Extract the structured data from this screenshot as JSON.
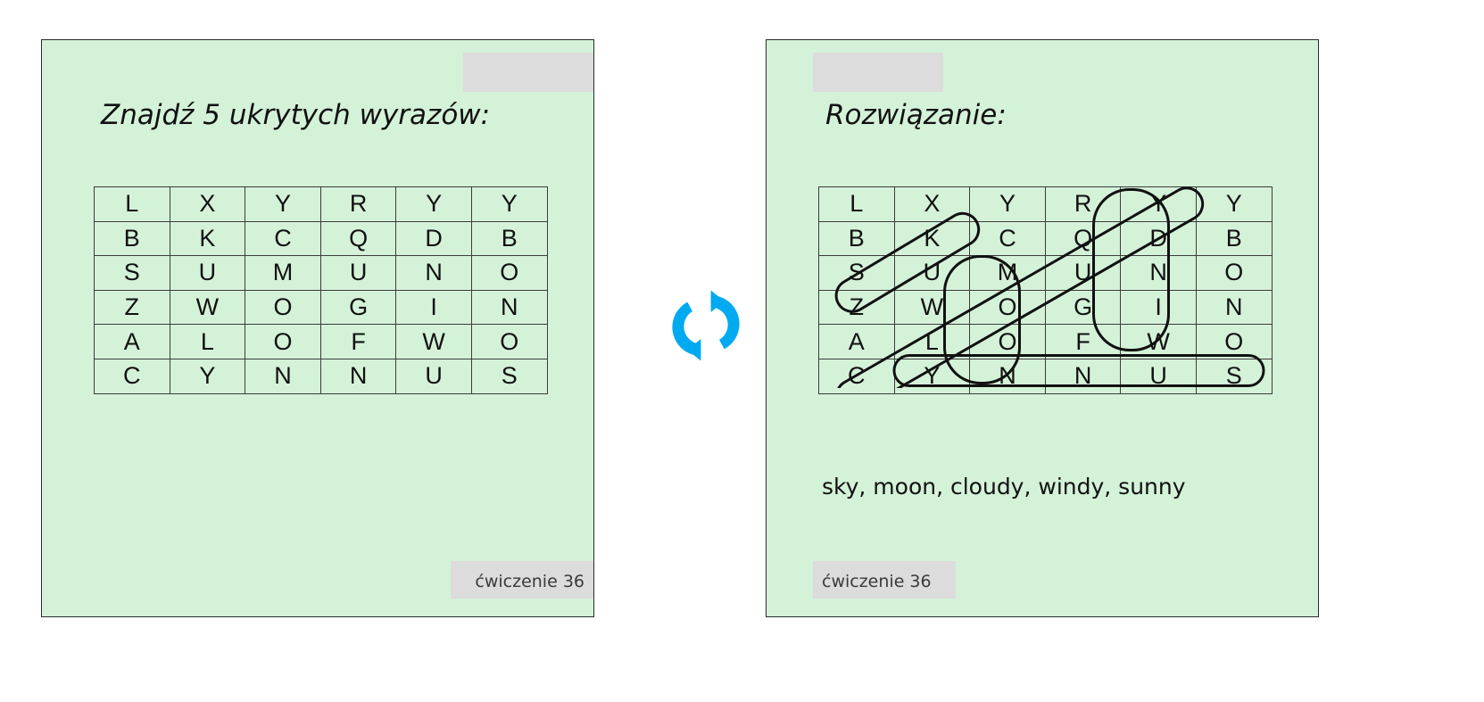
{
  "page": {
    "background": "#ffffff",
    "card_background": "#d4f2d8",
    "card_border": "#2b2b2b",
    "accent_color": "#00aaf0",
    "redaction_color": "#dcdcdc"
  },
  "left_card": {
    "title": "Znajdź 5 ukrytych wyrazów:",
    "footer_label": "ćwiczenie 36"
  },
  "right_card": {
    "title": "Rozwiązanie:",
    "footer_label": "ćwiczenie 36",
    "answer_line": "sky, moon, cloudy, windy, sunny"
  },
  "center": {
    "icon": "refresh-sync-icon"
  },
  "grid": {
    "rows": 6,
    "cols": 6,
    "letters": [
      [
        "L",
        "X",
        "Y",
        "R",
        "Y",
        "Y"
      ],
      [
        "B",
        "K",
        "C",
        "Q",
        "D",
        "B"
      ],
      [
        "S",
        "U",
        "M",
        "U",
        "N",
        "O"
      ],
      [
        "Z",
        "W",
        "O",
        "G",
        "I",
        "N"
      ],
      [
        "A",
        "L",
        "O",
        "F",
        "W",
        "O"
      ],
      [
        "C",
        "Y",
        "N",
        "N",
        "U",
        "S"
      ]
    ]
  },
  "solutions": [
    {
      "word": "sky",
      "letters": [
        "S",
        "K",
        "Y"
      ],
      "start": [
        2,
        0
      ],
      "end": [
        0,
        2
      ],
      "direction": "diagonal-up-right"
    },
    {
      "word": "moon",
      "letters": [
        "M",
        "O",
        "O",
        "N"
      ],
      "start": [
        2,
        2
      ],
      "end": [
        5,
        2
      ],
      "direction": "vertical-down"
    },
    {
      "word": "cloudy",
      "letters": [
        "C",
        "L",
        "O",
        "U",
        "D",
        "Y"
      ],
      "start": [
        5,
        0
      ],
      "end": [
        0,
        5
      ],
      "direction": "diagonal-up-right"
    },
    {
      "word": "windy",
      "letters": [
        "W",
        "I",
        "N",
        "D",
        "Y"
      ],
      "start": [
        4,
        4
      ],
      "end": [
        0,
        4
      ],
      "direction": "vertical-up"
    },
    {
      "word": "sunny",
      "letters": [
        "S",
        "U",
        "N",
        "N",
        "Y"
      ],
      "start": [
        5,
        5
      ],
      "end": [
        5,
        1
      ],
      "direction": "horizontal-left"
    }
  ]
}
